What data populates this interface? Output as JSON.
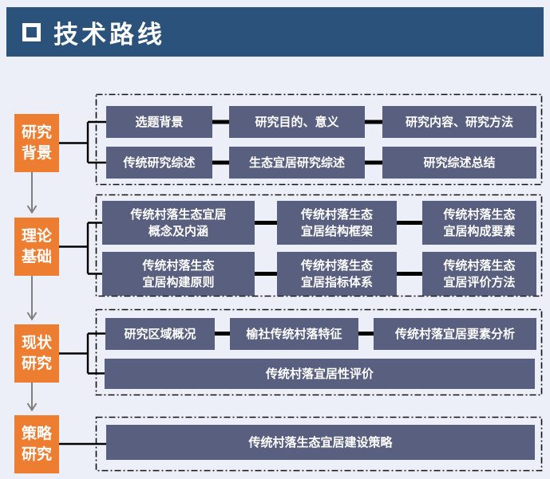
{
  "header": {
    "title": "技术路线",
    "bullet_icon": "square-outline"
  },
  "colors": {
    "header_bg": "#2A527A",
    "stage_bg": "#ED7D31",
    "box_bg": "#595F7E",
    "page_bg": "#ECEFF7",
    "connector": "#000000",
    "arrow": "#7F7F7F"
  },
  "sections": [
    {
      "stage": "研究\n背景",
      "rows": [
        [
          "选题背景",
          "研究目的、意义",
          "研究内容、研究方法"
        ],
        [
          "传统研究综述",
          "生态宜居研究综述",
          "研究综述总结"
        ]
      ]
    },
    {
      "stage": "理论\n基础",
      "rows": [
        [
          "传统村落生态宜居\n概念及内涵",
          "传统村落生态\n宜居结构框架",
          "传统村落生态\n宜居构成要素"
        ],
        [
          "传统村落生态\n宜居构建原则",
          "传统村落生态\n宜居指标体系",
          "传统村落生态\n宜居评价方法"
        ]
      ]
    },
    {
      "stage": "现状\n研究",
      "rows": [
        [
          "研究区域概况",
          "榆社传统村落特征",
          "传统村落宜居要素分析"
        ],
        [
          "传统村落宜居性评价"
        ]
      ]
    },
    {
      "stage": "策略\n研究",
      "rows": [
        [
          "传统村落生态宜居建设策略"
        ]
      ]
    }
  ]
}
